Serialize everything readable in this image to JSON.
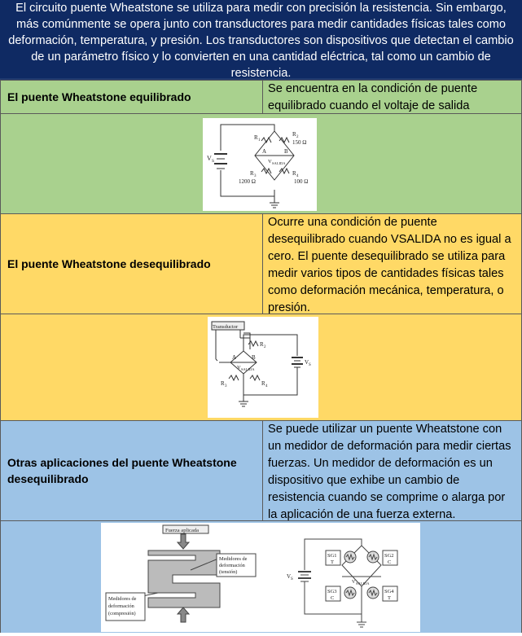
{
  "header": {
    "text": "El circuito puente Wheatstone se utiliza para medir con precisión la resistencia. Sin embargo, más comúnmente se opera junto con transductores para medir cantidades físicas tales como deformación, temperatura, y presión. Los transductores son dispositivos que detectan el cambio de un parámetro físico y lo convierten en una cantidad eléctrica, tal como un cambio de resistencia."
  },
  "sections": {
    "balanced": {
      "title": "El puente Wheatstone equilibrado",
      "description": "Se encuentra en la condición de puente equilibrado cuando el voltaje de salida",
      "figure": {
        "vs": "V",
        "vs_sub": "S",
        "r1": "R",
        "r1_sub": "1",
        "r2": "R",
        "r2_sub": "2",
        "r2_value": "150 Ω",
        "r3": "R",
        "r3_sub": "3",
        "r3_value": "1200 Ω",
        "r4": "R",
        "r4_sub": "4",
        "r4_value": "100 Ω",
        "node_a": "A",
        "node_b": "B",
        "vout": "V",
        "vout_sub": "SALIDA"
      }
    },
    "unbalanced": {
      "title": "El puente Wheatstone desequilibrado",
      "description": "Ocurre una condición de puente desequilibrado cuando VSALIDA no es igual a cero. El puente desequilibrado se utiliza para medir varios tipos de cantidades físicas tales como deformación mecánica, temperatura, o presión.",
      "figure": {
        "transducer": "Transductor",
        "r2": "R",
        "r2_sub": "2",
        "r3": "R",
        "r3_sub": "3",
        "r4": "R",
        "r4_sub": "4",
        "node_a": "A",
        "node_b": "B",
        "vout": "V",
        "vout_sub": "SALIDA",
        "vs": "V",
        "vs_sub": "S"
      }
    },
    "other": {
      "title": "Otras aplicaciones del puente Wheatstone desequilibrado",
      "description": "Se puede utilizar un puente Wheatstone con un medidor de deformación para medir ciertas fuerzas. Un medidor de deformación es un dispositivo que exhibe un cambio de resistencia cuando se comprime o alarga por la aplicación de una fuerza externa.",
      "figure_left": {
        "force": "Fuerza aplicada",
        "gauge_tension_1": "Medidores de",
        "gauge_tension_2": "deformación",
        "gauge_tension_3": "(tensión)",
        "gauge_comp_1": "Medidores de",
        "gauge_comp_2": "deformación",
        "gauge_comp_3": "(compresión)"
      },
      "figure_right": {
        "sg1": "SG1",
        "sg1_t": "T",
        "sg2": "SG2",
        "sg2_c": "C",
        "sg3": "SG3",
        "sg3_c": "C",
        "sg4": "SG4",
        "sg4_t": "T",
        "vs": "V",
        "vs_sub": "S",
        "vout": "V",
        "vout_sub": "SALIDA"
      }
    }
  },
  "colors": {
    "header_bg": "#0f2a63",
    "green": "#a9d18e",
    "yellow": "#ffd966",
    "blue": "#9dc3e6"
  }
}
